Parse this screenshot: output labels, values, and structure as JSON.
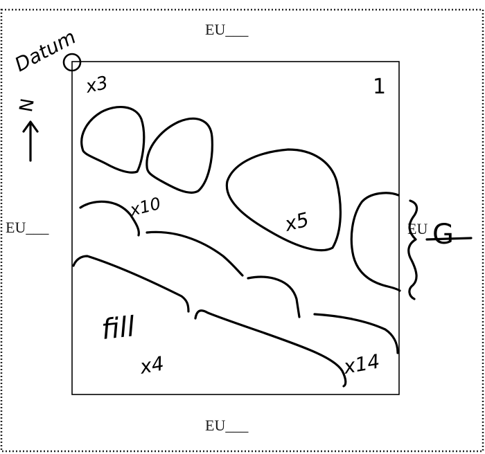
{
  "sheet": {
    "top_label": "EU___",
    "bottom_label": "EU___",
    "left_label": "EU___",
    "right_label": "EU"
  },
  "annotations": {
    "datum": "Datum",
    "north": "N",
    "unit_number": "1",
    "stratum_letter": "G",
    "fill": "fill",
    "count_x3": "x3",
    "count_x10": "x10",
    "count_x5": "x5",
    "count_x4": "x4",
    "count_x14": "x14"
  }
}
